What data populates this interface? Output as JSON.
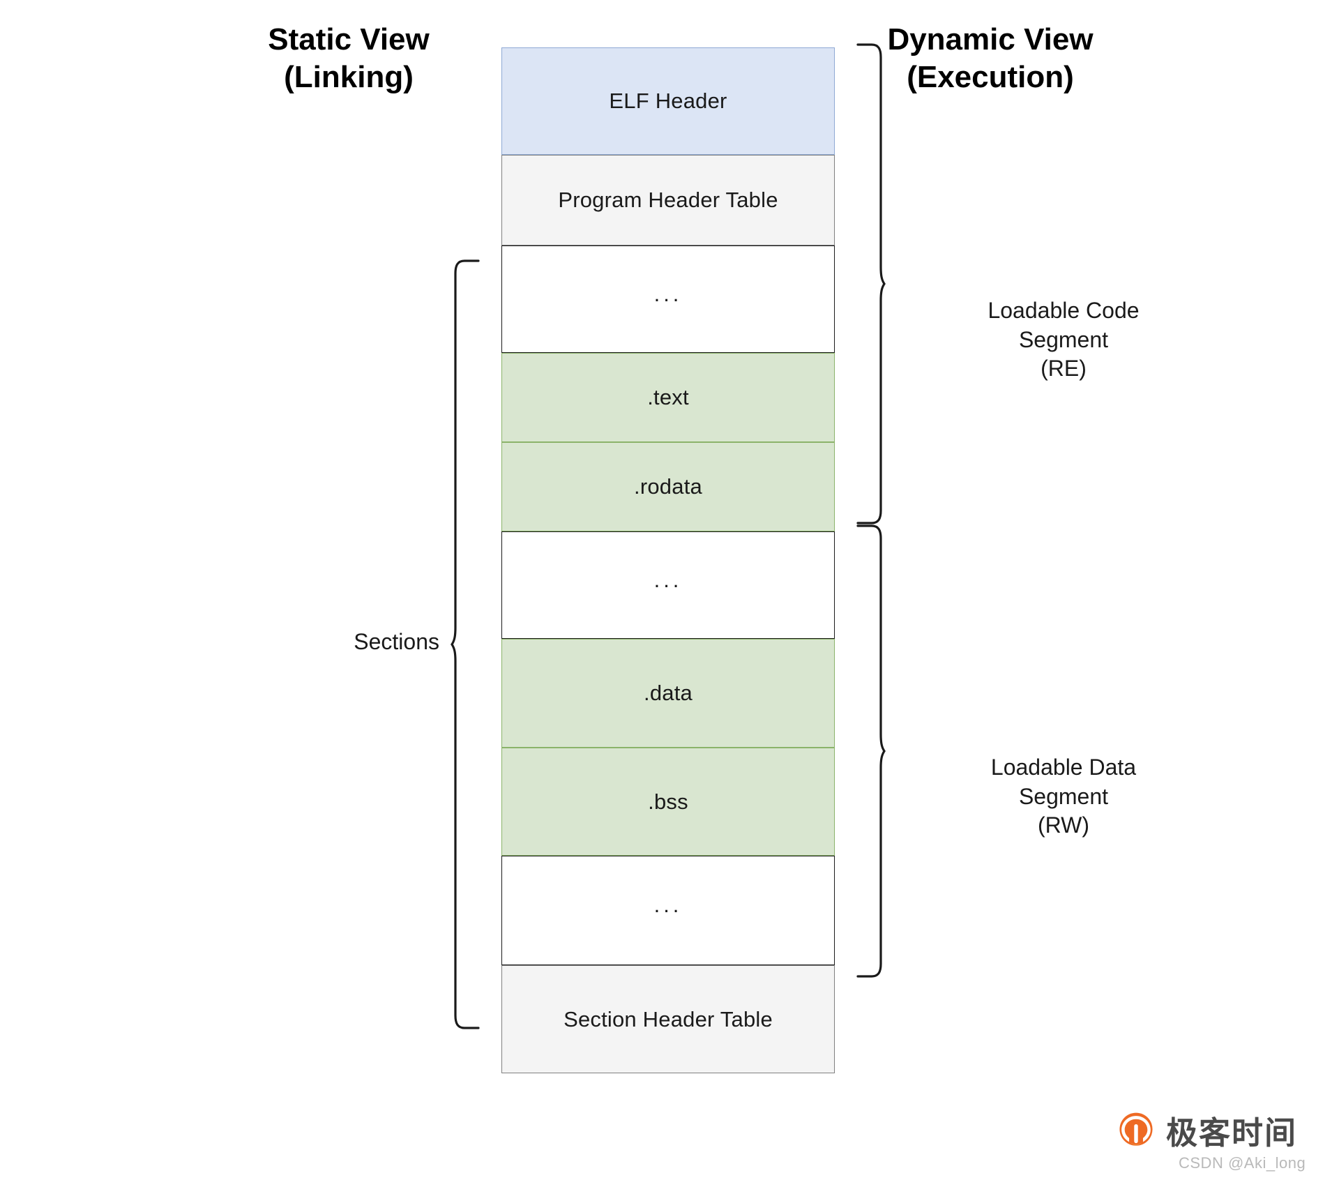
{
  "headings": {
    "static_view": "Static View\n(Linking)",
    "dynamic_view": "Dynamic View\n(Execution)"
  },
  "file_layout": {
    "blocks": [
      {
        "label": "ELF Header",
        "style": "header-blue",
        "height": 154
      },
      {
        "label": "Program Header Table",
        "style": "table-gray",
        "height": 130
      },
      {
        "label": "...",
        "style": "ellipsis-white",
        "height": 154
      },
      {
        "label": ".text",
        "style": "section-green",
        "height": 128
      },
      {
        "label": ".rodata",
        "style": "section-green",
        "height": 128
      },
      {
        "label": "...",
        "style": "ellipsis-white",
        "height": 154
      },
      {
        "label": ".data",
        "style": "section-green",
        "height": 156
      },
      {
        "label": ".bss",
        "style": "section-green",
        "height": 155
      },
      {
        "label": "...",
        "style": "ellipsis-white",
        "height": 157
      },
      {
        "label": "Section Header Table",
        "style": "table-gray",
        "height": 155
      }
    ]
  },
  "braces": {
    "sections": {
      "label": "Sections"
    },
    "code_segment": {
      "label": "Loadable Code\nSegment\n(RE)"
    },
    "data_segment": {
      "label": "Loadable Data\nSegment\n(RW)"
    }
  },
  "watermark": {
    "brand": "极客时间",
    "attribution": "CSDN @Aki_long",
    "logo_color": "#ee6a24"
  },
  "colors": {
    "header_fill": "#dce5f5",
    "header_border": "#8ea9d4",
    "table_fill": "#f4f4f4",
    "table_border": "#7f7f7f",
    "section_fill": "#d9e6d0",
    "section_border": "#8bb36a",
    "ellipsis_fill": "#ffffff",
    "line": "#1a1a1a"
  }
}
